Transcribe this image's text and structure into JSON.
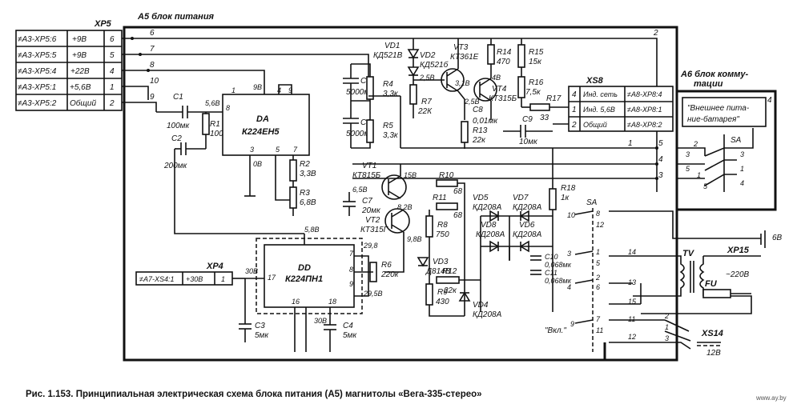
{
  "title": "А5 блок питания",
  "caption": "Рис. 1.153. Принципиальная электрическая схема блока питания (А5) магнитолы «Вега-335-стерео»",
  "watermark": "www.ay.by",
  "xp5": {
    "label": "XP5",
    "rows": [
      {
        "ref": "≠A3-XP5:6",
        "val": "+9В",
        "pin": "6"
      },
      {
        "ref": "≠A3-XP5:5",
        "val": "+9В",
        "pin": "5"
      },
      {
        "ref": "≠A3-XP5:4",
        "val": "+22В",
        "pin": "4"
      },
      {
        "ref": "≠A3-XP5:1",
        "val": "+5,6В",
        "pin": "1"
      },
      {
        "ref": "≠A3-XP5:2",
        "val": "Общий",
        "pin": "2"
      }
    ]
  },
  "xs8": {
    "label": "XS8",
    "rows": [
      {
        "pin": "4",
        "name": "Инд. сеть",
        "ref": "≠A8-XP8:4"
      },
      {
        "pin": "1",
        "name": "Инд. 5,6В",
        "ref": "≠A8-XP8:1"
      },
      {
        "pin": "2",
        "name": "Общий",
        "ref": "≠A8-XP8:2"
      }
    ]
  },
  "xp4": {
    "label": "XP4",
    "ref": "≠A7-XS4:1",
    "val": "+30В",
    "pin": "1"
  },
  "a6": {
    "title_line1": "А6 блок комму-",
    "title_line2": "тации",
    "note_line1": "\"Внешнее пита-",
    "note_line2": "ние-батарея\"",
    "sa": "SA"
  },
  "wire_numbers": [
    "6",
    "7",
    "8",
    "10",
    "9",
    "2",
    "1",
    "3",
    "4",
    "5"
  ],
  "components": {
    "da_ref": "DA",
    "da_name": "К224ЕН5",
    "dd_ref": "DD",
    "dd_name": "К224ПН1",
    "c1": "C1",
    "c1v": "100мк",
    "c2": "C2",
    "c2v": "200мк",
    "r1": "R1",
    "r1v": "100",
    "r2": "R2",
    "r2v": "3,3В",
    "r3": "R3",
    "r3v": "6,8В",
    "c3": "C3",
    "c3v": "5мк",
    "c4": "C4",
    "c4v": "5мк",
    "c5": "C5",
    "c5v": "5000мк",
    "c6": "C6",
    "c6v": "5000мк",
    "r4": "R4",
    "r4v": "3,3к",
    "r5": "R5",
    "r5v": "3,3к",
    "c7": "C7",
    "c7v": "20мк",
    "c8": "C8",
    "c8v": "0,01мк",
    "c9": "C9",
    "c9v": "10мк",
    "c10": "C10",
    "c10v": "0,068мк",
    "c11": "C11",
    "c11v": "0,068мк",
    "vd1": "VD1",
    "vd1v": "КД521В",
    "vd2": "VD2",
    "vd2v": "КД521б",
    "vd3": "VD3",
    "vd3v": "Д814В",
    "vd4": "VD4",
    "vd4v": "КД208А",
    "vd5": "VD5",
    "vd5v": "КД208А",
    "vd6": "VD6",
    "vd6v": "КД208А",
    "vd7": "VD7",
    "vd7v": "КД208А",
    "vd8": "VD8",
    "vd8v": "КД208А",
    "vt1": "VT1",
    "vt1v": "КТ815Б",
    "vt2": "VT2",
    "vt2v": "КТ315Г",
    "vt3": "VT3",
    "vt3v": "КТ361Е",
    "vt4": "VT4",
    "vt4v": "КТ315Б",
    "r6": "R6",
    "r6v": "220к",
    "r7": "R7",
    "r7v": "22К",
    "r8": "R8",
    "r8v": "750",
    "r9": "R9",
    "r9v": "430",
    "r10": "R10",
    "r10v": "68",
    "r11": "R11",
    "r11v": "68",
    "r12": "R12",
    "r12v": "22к",
    "r13": "R13",
    "r13v": "22к",
    "r14": "R14",
    "r14v": "470",
    "r15": "R15",
    "r15v": "15к",
    "r16": "R16",
    "r16v": "7,5к",
    "r17": "R17",
    "r17v": "33",
    "r18": "R18",
    "r18v": "1к",
    "tv": "TV",
    "xp15": "XP15",
    "xp15v": "6В",
    "fu": "FU",
    "fuv": "~220В",
    "xs14": "XS14",
    "xs14v": "12В",
    "sa": "SA",
    "vkl": "\"Вкл.\""
  },
  "voltages": [
    "5,6В",
    "9В",
    "0В",
    "5,8В",
    "2,5В",
    "3,1В",
    "4В",
    "2,5В",
    "6,5В",
    "15В",
    "8,2В",
    "9,8В",
    "29,8",
    "29,5В",
    "30В",
    "30В"
  ]
}
